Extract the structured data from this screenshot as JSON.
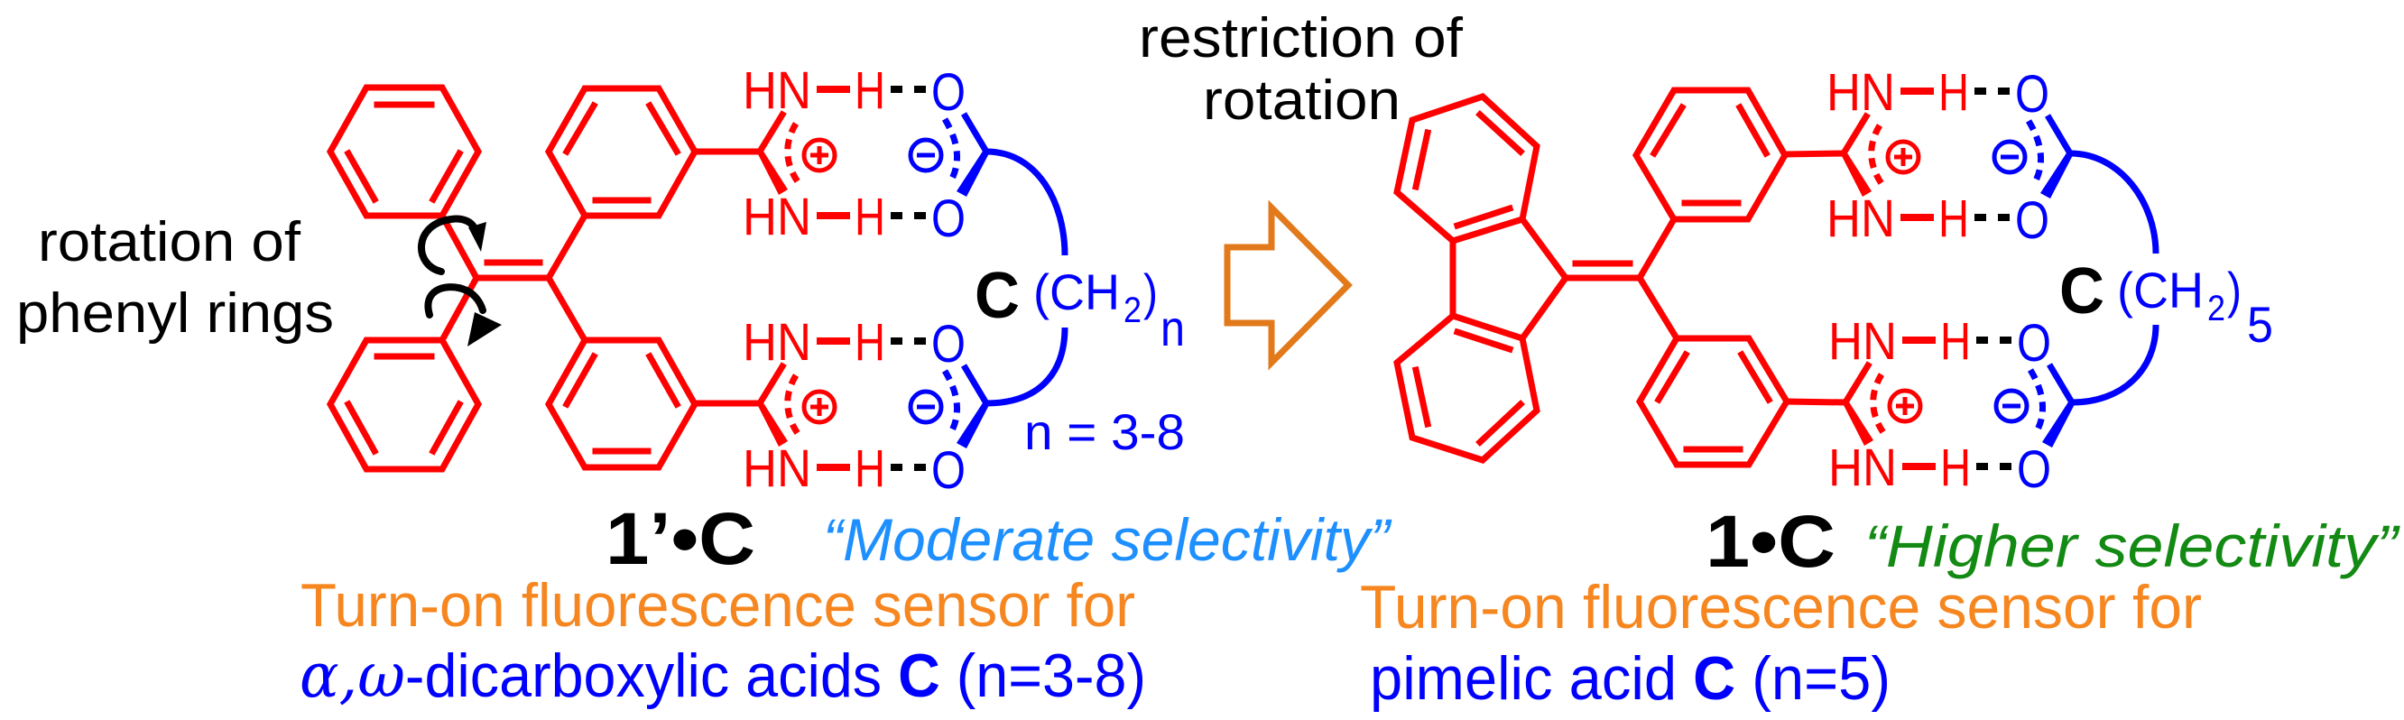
{
  "figure": {
    "left_annotation": {
      "line1": "rotation of",
      "line2": "phenyl rings"
    },
    "right_annotation": {
      "line1": "restriction of",
      "line2": "rotation"
    },
    "atoms": {
      "nh": "HN",
      "h": "H",
      "o": "O"
    },
    "guest_label": "C",
    "left_chain": {
      "open": "(CH",
      "sub": "2",
      "close": ")",
      "index": "n",
      "range": "n = 3-8"
    },
    "right_chain": {
      "open": "(CH",
      "sub": "2",
      "close": ")",
      "index": "5"
    },
    "left_complex": {
      "host": "1’",
      "dot": "•",
      "guest": "C",
      "selectivity": "“Moderate selectivity”"
    },
    "right_complex": {
      "host": "1",
      "dot": "•",
      "guest": "C",
      "selectivity": "“Higher selectivity”"
    },
    "left_caption": {
      "line1": "Turn-on fluorescence sensor for",
      "greek": "α,ω",
      "text": "-dicarboxylic acids ",
      "guest": "C",
      "condition": " (n=3-8)"
    },
    "right_caption": {
      "line1": "Turn-on fluorescence sensor for",
      "text": "pimelic acid ",
      "guest": "C",
      "condition": " (n=5)"
    }
  },
  "colors": {
    "host": "#ff0000",
    "guest": "#0000ff",
    "process_arrow": "#e2791a",
    "caption_orange": "#f6861f",
    "moderate": "#1e8fff",
    "higher": "#138a13"
  }
}
